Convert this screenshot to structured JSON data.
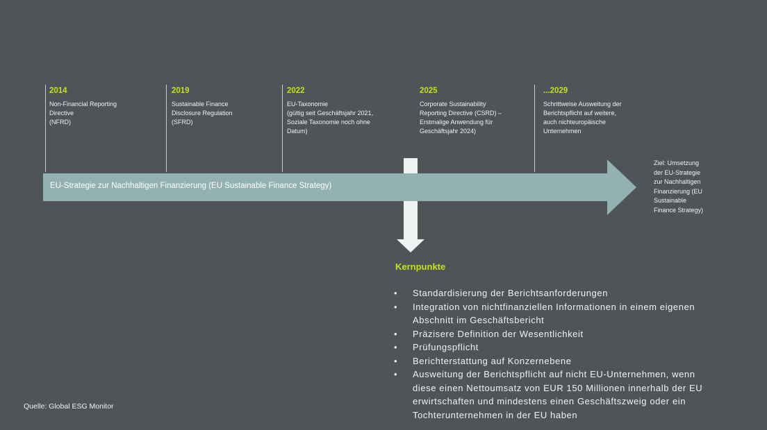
{
  "timeline": {
    "milestones": [
      {
        "year": "2014",
        "desc": "Non-Financial Reporting\nDirective\n(NFRD)"
      },
      {
        "year": "2019",
        "desc": "Sustainable Finance\nDisclosure Regulation\n(SFRD)"
      },
      {
        "year": "2022",
        "desc": "EU-Taxonomie\n(gültig seit Geschäftsjahr 2021,\nSoziale Taxonomie noch ohne\nDatum)"
      },
      {
        "year": "2025",
        "desc": "Corporate Sustainability\nReporting Directive (CSRD) –\nErstmalige Anwendung für\nGeschäftsjahr 2024)"
      },
      {
        "year": "...2029",
        "desc": "Schrittweise Ausweitung der\nBerichtspflicht auf weitere,\nauch nichteuropäische\nUnternehmen"
      }
    ],
    "arrow_label": "EU-Strategie zur Nachhaltigen Finanzierung (EU Sustainable Finance Strategy)",
    "goal": "Ziel: Umsetzung\nder EU-Strategie\nzur Nachhaltigen\nFinanzierung (EU\nSustainable\nFinance Strategy)",
    "colors": {
      "arrow": "#93b1b0",
      "down_arrow": "#eef2f1",
      "accent": "#c6e01a"
    }
  },
  "kernpunkte": {
    "title": "Kernpunkte",
    "items": [
      "Standardisierung der Berichtsanforderungen",
      "Integration von nichtfinanziellen Informationen in einem eigenen Abschnitt im Geschäftsbericht",
      "Präzisere Definition der Wesentlichkeit",
      "Prüfungspflicht",
      "Berichterstattung auf Konzernebene",
      "Ausweitung der Berichtspflicht auf nicht EU-Unternehmen, wenn diese einen Nettoumsatz von EUR 150 Millionen innerhalb der EU erwirtschaften und mindestens einen Geschäftszweig oder ein Tochterunternehmen in der EU haben"
    ]
  },
  "source": "Quelle: Global ESG Monitor"
}
